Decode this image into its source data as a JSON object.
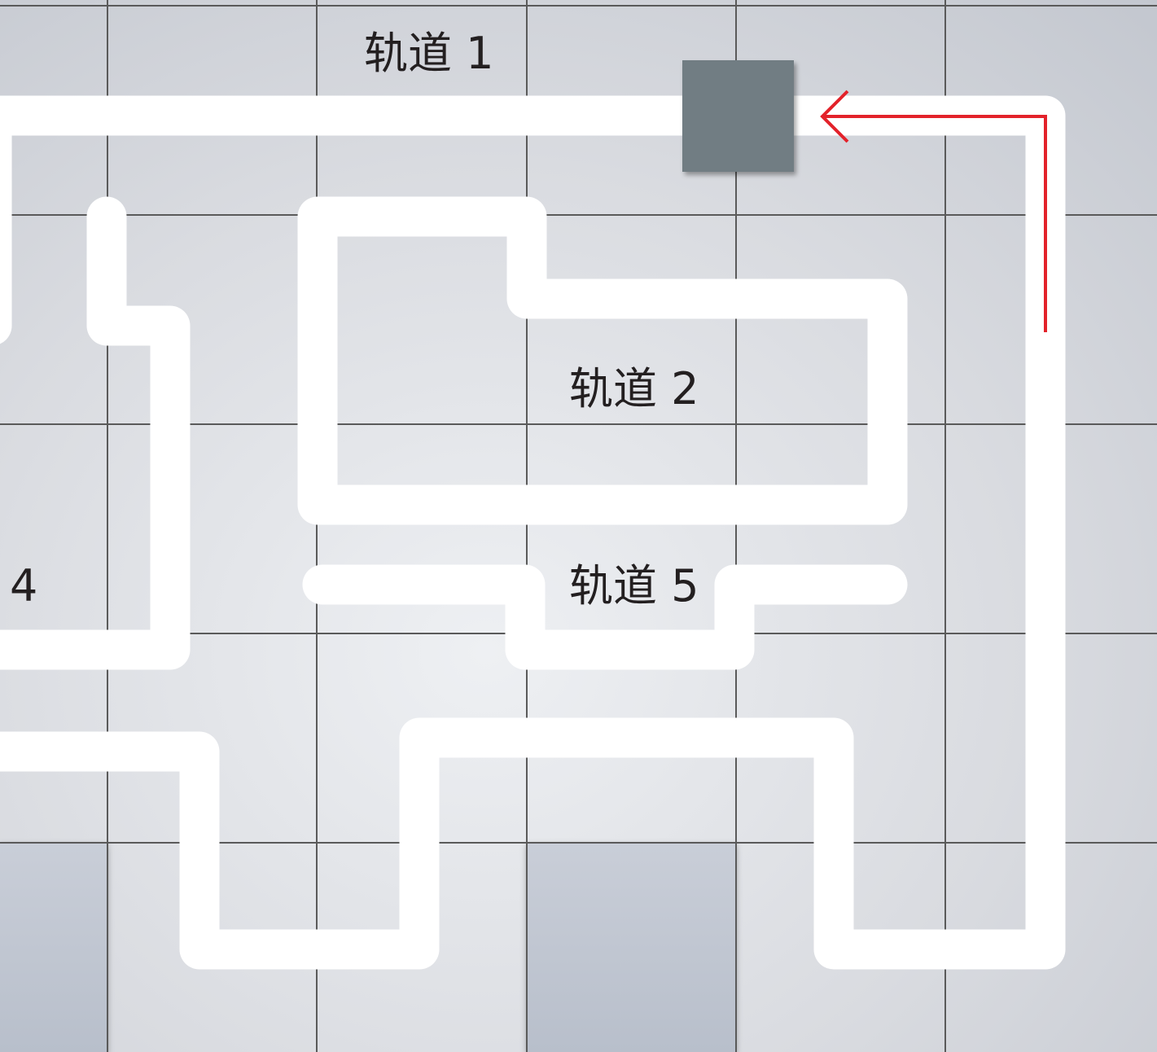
{
  "labels": {
    "track1": "轨道 1",
    "track2": "轨道 2",
    "track4": "4",
    "track5": "轨道 5"
  },
  "colors": {
    "track": "#ffffff",
    "grid_line": "#5a5a5a",
    "block": "#717d83",
    "arrow": "#e3222a",
    "dark_tile": "#c2c8d3",
    "board_light": "#eeeff2",
    "board_dark": "#c2c6cf"
  },
  "icons": {
    "block": "block-marker",
    "arrow": "direction-arrow-icon"
  }
}
